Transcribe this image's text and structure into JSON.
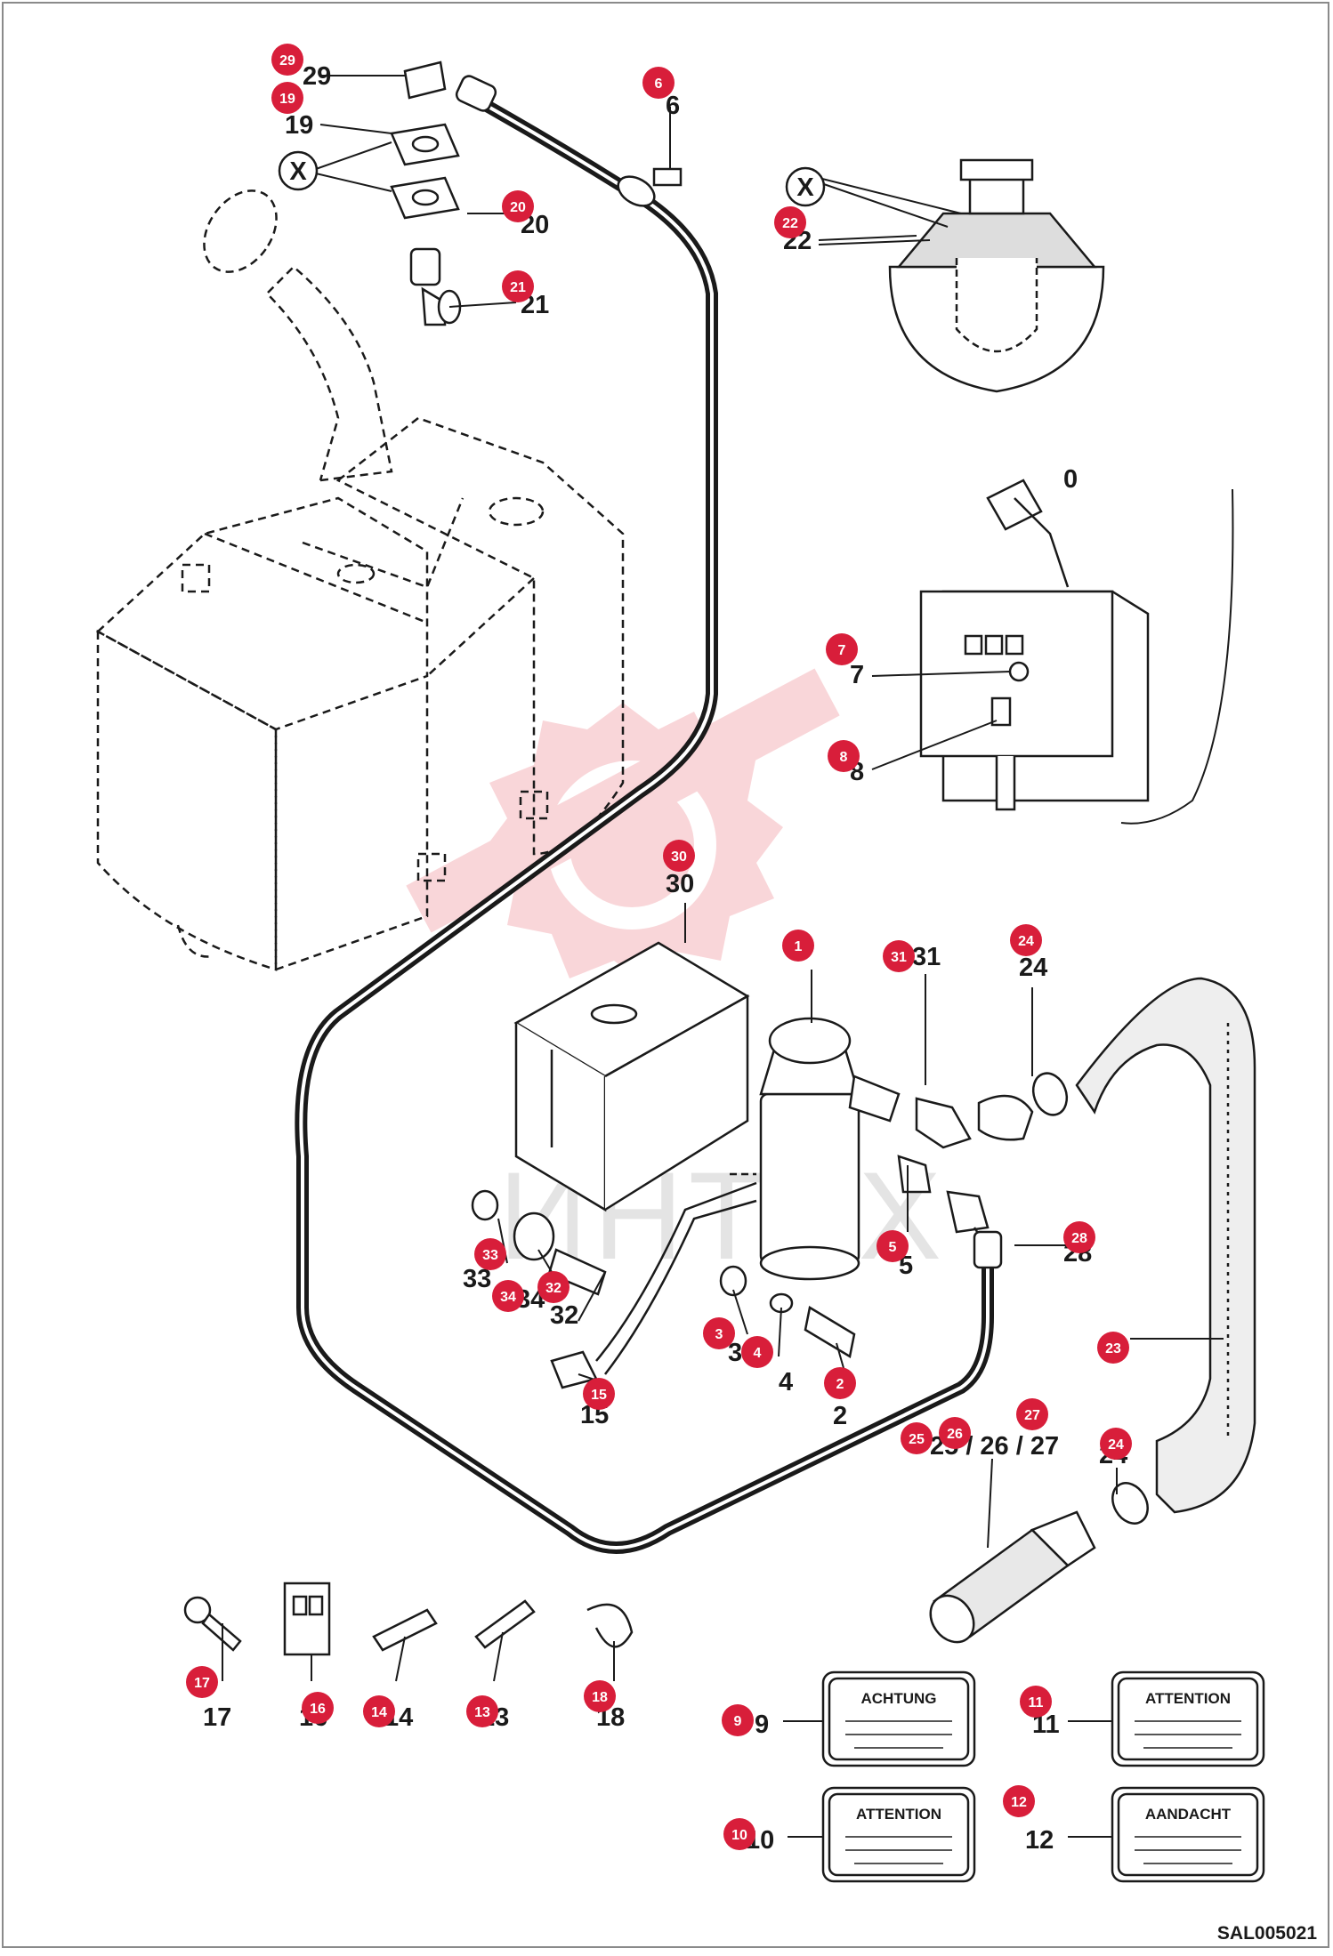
{
  "drawing": {
    "reference": "SAL005021",
    "watermark_text": "ИНТЕХ",
    "colors": {
      "badge": "#d81e3a",
      "line": "#1a1a1a",
      "watermark": "#e64a55"
    }
  },
  "callouts": [
    {
      "id": "1",
      "label": "1"
    },
    {
      "id": "2",
      "label": "2"
    },
    {
      "id": "3",
      "label": "3"
    },
    {
      "id": "4",
      "label": "4"
    },
    {
      "id": "5",
      "label": "5"
    },
    {
      "id": "6",
      "label": "6"
    },
    {
      "id": "7",
      "label": "7"
    },
    {
      "id": "8",
      "label": "8"
    },
    {
      "id": "9",
      "label": "9"
    },
    {
      "id": "10",
      "label": "10"
    },
    {
      "id": "11",
      "label": "11"
    },
    {
      "id": "12",
      "label": "12"
    },
    {
      "id": "13",
      "label": "13"
    },
    {
      "id": "14",
      "label": "14"
    },
    {
      "id": "15",
      "label": "15"
    },
    {
      "id": "16",
      "label": "16"
    },
    {
      "id": "17",
      "label": "17"
    },
    {
      "id": "18",
      "label": "18"
    },
    {
      "id": "19",
      "label": "19"
    },
    {
      "id": "20",
      "label": "20"
    },
    {
      "id": "21",
      "label": "21"
    },
    {
      "id": "22",
      "label": "22"
    },
    {
      "id": "23",
      "label": "23"
    },
    {
      "id": "24a",
      "label": "24"
    },
    {
      "id": "24b",
      "label": "24"
    },
    {
      "id": "25",
      "label": "25"
    },
    {
      "id": "26",
      "label": "26"
    },
    {
      "id": "27",
      "label": "27"
    },
    {
      "id": "28",
      "label": "28"
    },
    {
      "id": "29",
      "label": "29"
    },
    {
      "id": "30",
      "label": "30"
    },
    {
      "id": "31",
      "label": "31"
    },
    {
      "id": "32",
      "label": "32"
    },
    {
      "id": "33",
      "label": "33"
    },
    {
      "id": "34",
      "label": "34"
    }
  ],
  "printed_numbers": {
    "n0": "0",
    "n2": "2",
    "n4": "4",
    "n5": "5",
    "n6": "6",
    "n7": "7",
    "n8": "8",
    "n9": "9",
    "n10": "10",
    "n11": "11",
    "n12": "12",
    "n13": "13",
    "n14": "14",
    "n15": "15",
    "n16": "16",
    "n17": "17",
    "n18": "18",
    "n19": "19",
    "n20": "20",
    "n21": "21",
    "n22": "22",
    "n24a": "24",
    "n24b": "24",
    "n25": "25 / 26 / 27",
    "n28": "28",
    "n29": "29",
    "n30": "30",
    "n31": "31",
    "n32": "32",
    "n33": "33",
    "n34": "34",
    "n3": "3",
    "xa": "X",
    "xb": "X"
  },
  "plates": [
    {
      "id": "9",
      "title": "ACHTUNG"
    },
    {
      "id": "10",
      "title": "ATTENTION"
    },
    {
      "id": "11",
      "title": "ATTENTION"
    },
    {
      "id": "12",
      "title": "AANDACHT"
    }
  ]
}
